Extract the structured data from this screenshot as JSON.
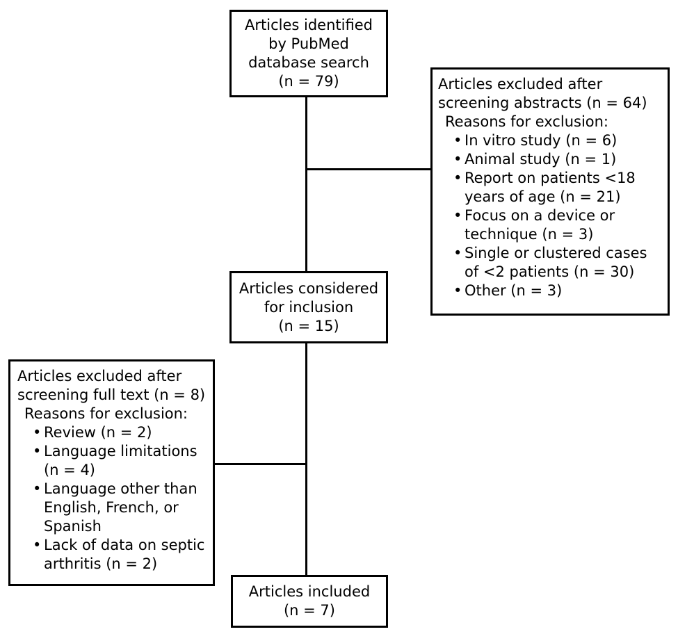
{
  "boxes": {
    "identified": {
      "lines": [
        "Articles identified",
        "by PubMed",
        "database search",
        "(n = 79)"
      ]
    },
    "excluded_abstracts": {
      "heading": [
        "Articles excluded after",
        "screening abstracts (n = 64)"
      ],
      "reasons_title": "Reasons for exclusion:",
      "reasons": [
        [
          "In vitro study (n = 6)"
        ],
        [
          "Animal study (n = 1)"
        ],
        [
          "Report on patients <18",
          "years of age (n = 21)"
        ],
        [
          "Focus on a device or",
          "technique (n = 3)"
        ],
        [
          "Single or clustered cases",
          "of <2 patients (n = 30)"
        ],
        [
          "Other (n = 3)"
        ]
      ]
    },
    "considered": {
      "lines": [
        "Articles considered",
        "for inclusion",
        "(n = 15)"
      ]
    },
    "excluded_fulltext": {
      "heading": [
        "Articles excluded after",
        "screening full text (n = 8)"
      ],
      "reasons_title": "Reasons for exclusion:",
      "reasons": [
        [
          "Review (n = 2)"
        ],
        [
          "Language limitations",
          "(n = 4)"
        ],
        [
          "Language other than",
          "English, French, or",
          "Spanish"
        ],
        [
          "Lack of data on septic",
          "arthritis (n = 2)"
        ]
      ]
    },
    "included": {
      "lines": [
        "Articles included",
        "(n = 7)"
      ]
    }
  }
}
